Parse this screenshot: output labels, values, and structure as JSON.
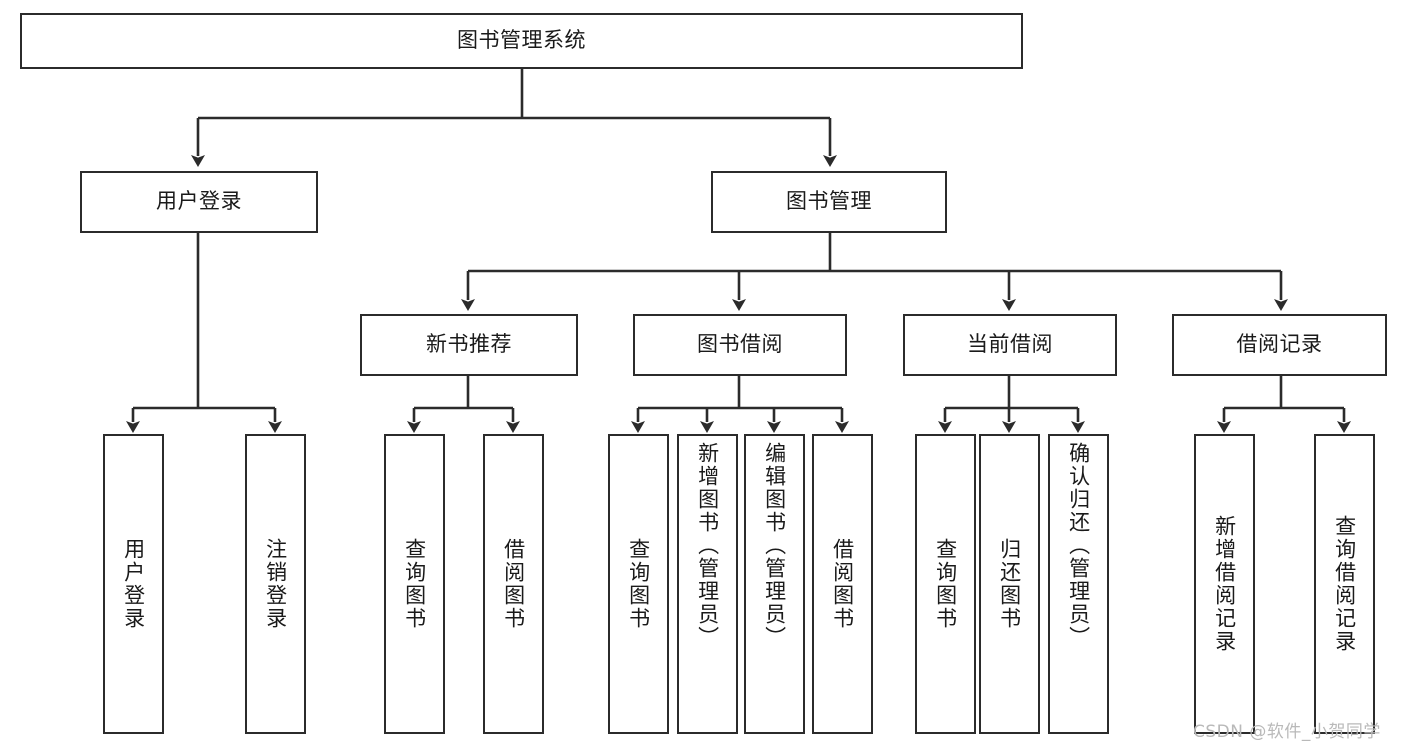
{
  "diagram": {
    "type": "tree",
    "title": "图书管理系统",
    "watermark": "CSDN @软件_小贺同学",
    "colors": {
      "stroke": "#2b2b2b",
      "fill": "#ffffff",
      "text": "#1a1a1a",
      "watermark": "#b9b9b9"
    },
    "levels": {
      "root": {
        "label": "图书管理系统"
      },
      "level1": [
        {
          "label": "用户登录"
        },
        {
          "label": "图书管理"
        }
      ],
      "level2": [
        {
          "label": "新书推荐"
        },
        {
          "label": "图书借阅"
        },
        {
          "label": "当前借阅"
        },
        {
          "label": "借阅记录"
        }
      ],
      "leaves": {
        "user_login": [
          {
            "label": "用户登录"
          },
          {
            "label": "注销登录"
          }
        ],
        "new_book_recommend": [
          {
            "label": "查询图书"
          },
          {
            "label": "借阅图书"
          }
        ],
        "book_borrow": [
          {
            "label": "查询图书"
          },
          {
            "label": "新增图书（管理员）"
          },
          {
            "label": "编辑图书（管理员）"
          },
          {
            "label": "借阅图书"
          }
        ],
        "current_borrow": [
          {
            "label": "查询图书"
          },
          {
            "label": "归还图书"
          },
          {
            "label": "确认归还（管理员）"
          }
        ],
        "borrow_record": [
          {
            "label": "新增借阅记录"
          },
          {
            "label": "查询借阅记录"
          }
        ]
      }
    }
  }
}
